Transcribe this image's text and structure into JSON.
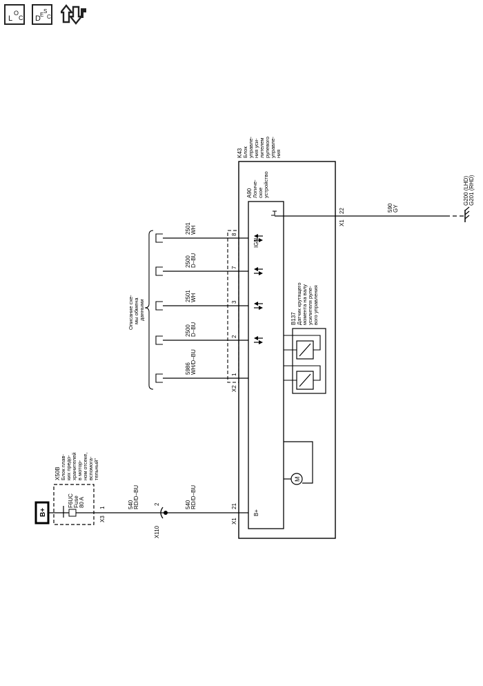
{
  "toolbar": {
    "loc": {
      "big": "L",
      "small_a": "O",
      "small_b": "C"
    },
    "desc": {
      "big": "D",
      "small_a": "E",
      "small_b": "S",
      "small_c": "C"
    },
    "icon_names": [
      "loc-icon",
      "desc-icon",
      "data-link-wrench-icon"
    ]
  },
  "battery": {
    "label": "B+"
  },
  "fuse_block": {
    "ref": "X50B",
    "desc_lines": [
      "Блок плав-",
      "ких предо-",
      "хранителей",
      "в мотор-",
      "ном отсеке,",
      "вспомога-",
      "тельный\""
    ],
    "fuse_lines": [
      "F6UC",
      "Fuse",
      "80 A"
    ],
    "connector": "X3",
    "pin": "1"
  },
  "wire_540": {
    "number": "540",
    "color": "RD/D–BU"
  },
  "inline_connector": {
    "ref": "X110",
    "pin": "2"
  },
  "module": {
    "ref": "K43",
    "desc_lines": [
      "Блок",
      "управле-",
      "ния уси-",
      "лителем",
      "рулевого",
      "управле-",
      "ния"
    ],
    "x1": "X1",
    "x2": "X2",
    "bplus_pin": "21",
    "bplus_label": "B+",
    "ground_pin": "22",
    "ign_label": "IGN"
  },
  "logic": {
    "ref": "A90",
    "desc_lines": [
      "Логиче-",
      "ское",
      "устройство"
    ]
  },
  "sensor": {
    "ref": "B137",
    "desc_lines": [
      "Датчик крутящего",
      "момента на валу",
      "усилителя руле-",
      "вого управления"
    ]
  },
  "serial_data": {
    "desc_lines": [
      "Описание схе-",
      "мы обмена",
      "данными"
    ]
  },
  "circuits": [
    {
      "number": "5986",
      "color": "WH/D–BU",
      "pin": "1"
    },
    {
      "number": "2500",
      "color": "D–BU",
      "pin": "2"
    },
    {
      "number": "2501",
      "color": "WH",
      "pin": "3"
    },
    {
      "number": "2500",
      "color": "D–BU",
      "pin": "7"
    },
    {
      "number": "2501",
      "color": "WH",
      "pin": "8"
    }
  ],
  "ground_wire": {
    "number": "590",
    "color": "GY"
  },
  "ground": {
    "lines": [
      "G200 (LHD)",
      "G201 (RHD)"
    ]
  },
  "motor": {
    "symbol": "M"
  }
}
